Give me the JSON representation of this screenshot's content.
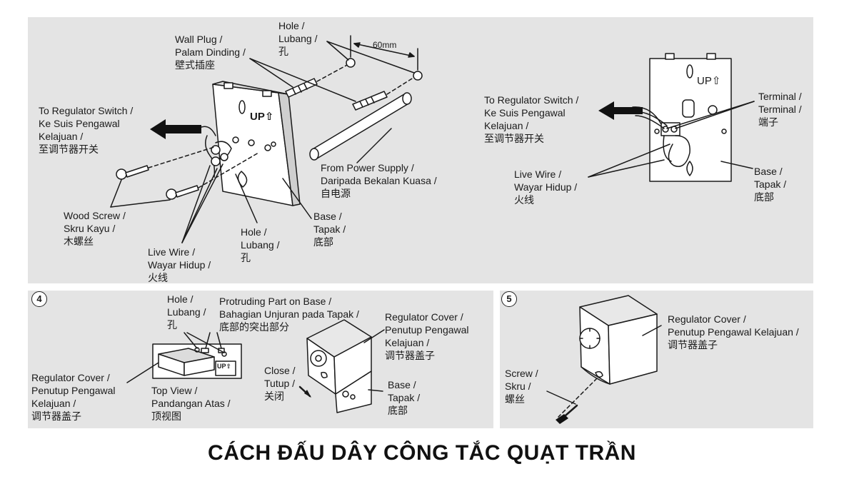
{
  "figure": {
    "title": "CÁCH ĐẤU DÂY CÔNG TẮC QUẠT TRẦN",
    "up_mark": "UP⇧",
    "top_left": {
      "wall_plug": "Wall Plug /\nPalam Dinding /\n壁式插座",
      "hole_top": "Hole /\nLubang /\n孔",
      "dimension": "60mm",
      "to_regulator": "To Regulator Switch /\nKe Suis Pengawal\nKelajuan /\n至调节器开关",
      "from_power": "From Power Supply /\nDaripada Bekalan Kuasa /\n自电源",
      "wood_screw": "Wood Screw /\nSkru Kayu /\n木螺丝",
      "hole_mid": "Hole /\nLubang /\n孔",
      "base": "Base /\nTapak /\n底部",
      "live_wire": "Live Wire /\nWayar Hidup /\n火线"
    },
    "top_right": {
      "to_regulator": "To Regulator Switch /\nKe Suis Pengawal\nKelajuan /\n至调节器开关",
      "terminal": "Terminal /\nTerminal /\n端子",
      "live_wire": "Live Wire /\nWayar Hidup /\n火线",
      "base": "Base /\nTapak /\n底部"
    },
    "step4": {
      "number": "4",
      "hole": "Hole /\nLubang /\n孔",
      "protruding": "Protruding Part on Base /\nBahagian Unjuran pada Tapak /\n底部的突出部分",
      "regulator_cover_right": "Regulator Cover /\nPenutup Pengawal\nKelajuan /\n调节器盖子",
      "regulator_cover_left": "Regulator Cover /\nPenutup Pengawal\nKelajuan /\n调节器盖子",
      "top_view": "Top View /\nPandangan Atas /\n顶视图",
      "close": "Close /\nTutup /\n关闭",
      "base": "Base /\nTapak /\n底部"
    },
    "step5": {
      "number": "5",
      "regulator_cover": "Regulator Cover /\nPenutup Pengawal Kelajuan /\n调节器盖子",
      "screw": "Screw /\nSkru /\n螺丝"
    }
  }
}
